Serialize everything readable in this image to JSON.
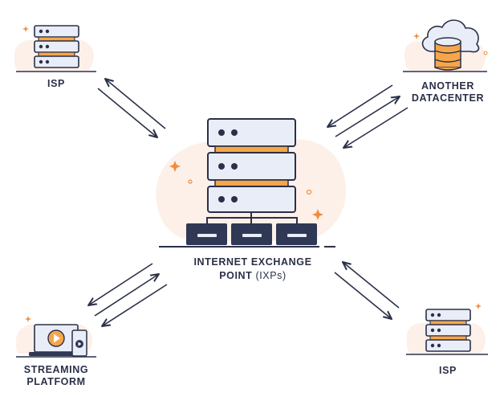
{
  "nodes": {
    "center": {
      "line1": "INTERNET EXCHANGE",
      "line2_bold": "POINT",
      "line2_light": "(IXPs)"
    },
    "top_left": {
      "label": "ISP"
    },
    "top_right": {
      "line1": "ANOTHER",
      "line2": "DATACENTER"
    },
    "bottom_left": {
      "line1": "STREAMING",
      "line2": "PLATFORM"
    },
    "bottom_right": {
      "label": "ISP"
    }
  },
  "colors": {
    "stroke": "#2b3048",
    "server_body": "#e9edf8",
    "server_stripe": "#f6a64a",
    "blob": "#fdf0e8",
    "sparkle": "#f28b3c",
    "dark_block": "#2f3854"
  },
  "connections": [
    {
      "from": "top_left",
      "to": "center",
      "arrows": 2
    },
    {
      "from": "top_right",
      "to": "center",
      "arrows": 3
    },
    {
      "from": "bottom_left",
      "to": "center",
      "arrows": 3
    },
    {
      "from": "bottom_right",
      "to": "center",
      "arrows": 2
    }
  ]
}
